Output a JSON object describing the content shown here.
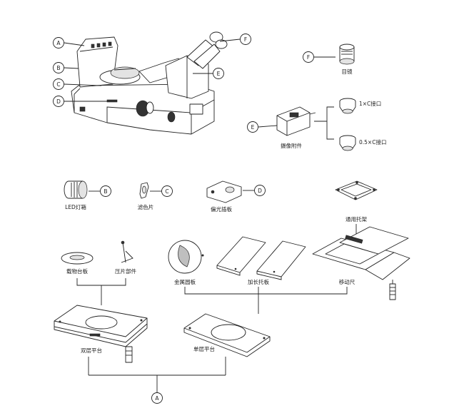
{
  "labels": {
    "eyepiece": "目镜",
    "one_x_c": "1×C接口",
    "half_x_c": "0.5×C接口",
    "camera_attachment": "摄像附件",
    "led_lamp_box": "LED灯箱",
    "color_filter": "滤色片",
    "polarizer_plate": "偏光插板",
    "universal_holder": "通用托架",
    "stage_plate": "载物台板",
    "clip_assembly": "压片部件",
    "metal_round_plate": "金属圆板",
    "extended_holder_plate": "加长托板",
    "mechanical_stage": "移动尺",
    "double_layer_stage": "双层平台",
    "single_layer_stage": "单层平台"
  },
  "markers": {
    "a": "A",
    "b": "B",
    "c": "C",
    "d": "D",
    "e": "E",
    "f": "F"
  }
}
